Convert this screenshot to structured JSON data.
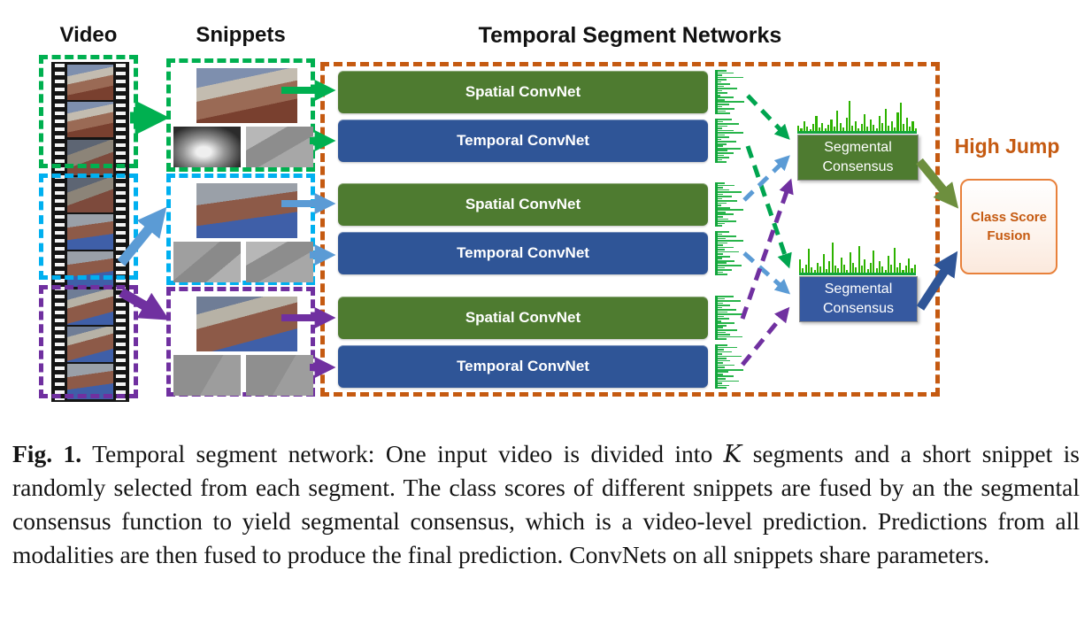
{
  "headers": {
    "video": "Video",
    "snippets": "Snippets",
    "tsn": "Temporal Segment Networks"
  },
  "convnets": [
    {
      "label": "Spatial ConvNet"
    },
    {
      "label": "Temporal ConvNet"
    },
    {
      "label": "Spatial ConvNet"
    },
    {
      "label": "Temporal ConvNet"
    },
    {
      "label": "Spatial ConvNet"
    },
    {
      "label": "Temporal ConvNet"
    }
  ],
  "consensus": [
    {
      "line1": "Segmental",
      "line2": "Consensus"
    },
    {
      "line1": "Segmental",
      "line2": "Consensus"
    }
  ],
  "prediction": {
    "label": "High Jump"
  },
  "fusion": {
    "line1": "Class Score",
    "line2": "Fusion"
  },
  "colors": {
    "segment1_green": "#00B050",
    "segment2_blue": "#00B0F0",
    "segment3_purple": "#7030A0",
    "steel_blue_arrow": "#5B9BD5",
    "orange_accent": "#C55A11",
    "convnet_spatial_green": "#4E7B30",
    "convnet_temporal_blue": "#2F5597",
    "histogram_green": "#2DB200"
  },
  "histograms": {
    "vertical": [
      [
        30,
        55,
        15,
        90,
        30,
        12,
        45,
        22,
        68,
        15,
        35,
        8,
        55,
        25,
        95,
        40,
        15,
        60,
        28,
        45
      ],
      [
        50,
        20,
        75,
        35,
        15,
        55,
        90,
        25,
        40,
        12,
        65,
        30,
        18,
        80,
        35,
        55,
        22,
        40,
        15,
        30
      ],
      [
        25,
        60,
        18,
        40,
        85,
        20,
        50,
        15,
        70,
        30,
        12,
        45,
        92,
        28,
        55,
        20,
        38,
        65,
        25,
        15
      ],
      [
        40,
        15,
        65,
        28,
        90,
        35,
        18,
        55,
        25,
        75,
        20,
        45,
        15,
        60,
        30,
        85,
        25,
        50,
        18,
        35
      ],
      [
        55,
        25,
        80,
        18,
        45,
        15,
        65,
        35,
        90,
        22,
        40,
        12,
        58,
        30,
        20,
        70,
        28,
        45,
        88,
        32
      ],
      [
        35,
        70,
        22,
        50,
        15,
        85,
        30,
        45,
        18,
        60,
        25,
        92,
        38,
        20,
        55,
        28,
        75,
        15,
        42,
        30
      ]
    ],
    "horizontal": [
      [
        15,
        8,
        30,
        12,
        5,
        20,
        45,
        10,
        25,
        8,
        18,
        35,
        12,
        60,
        25,
        10,
        40,
        90,
        15,
        30,
        8,
        22,
        50,
        12,
        35,
        18,
        8,
        45,
        25,
        65,
        15,
        30,
        10,
        55,
        85,
        20,
        40,
        12,
        28,
        8
      ],
      [
        40,
        12,
        25,
        70,
        15,
        8,
        30,
        18,
        55,
        10,
        35,
        90,
        20,
        12,
        45,
        25,
        8,
        60,
        30,
        15,
        80,
        22,
        40,
        10,
        28,
        65,
        12,
        35,
        18,
        8,
        50,
        25,
        75,
        15,
        30,
        8,
        20,
        42,
        12,
        25
      ]
    ]
  },
  "caption": {
    "fig": "Fig. 1.",
    "before_k": "Temporal segment network: One input video is divided into",
    "k": "K",
    "after_k": "segments and a short snippet is randomly selected from each segment. The class scores of different snippets are fused by an the segmental consensus function to yield segmental consensus, which is a video-level prediction. Predictions from all modalities are then fused to produce the final prediction. ConvNets on all snippets share parameters."
  }
}
